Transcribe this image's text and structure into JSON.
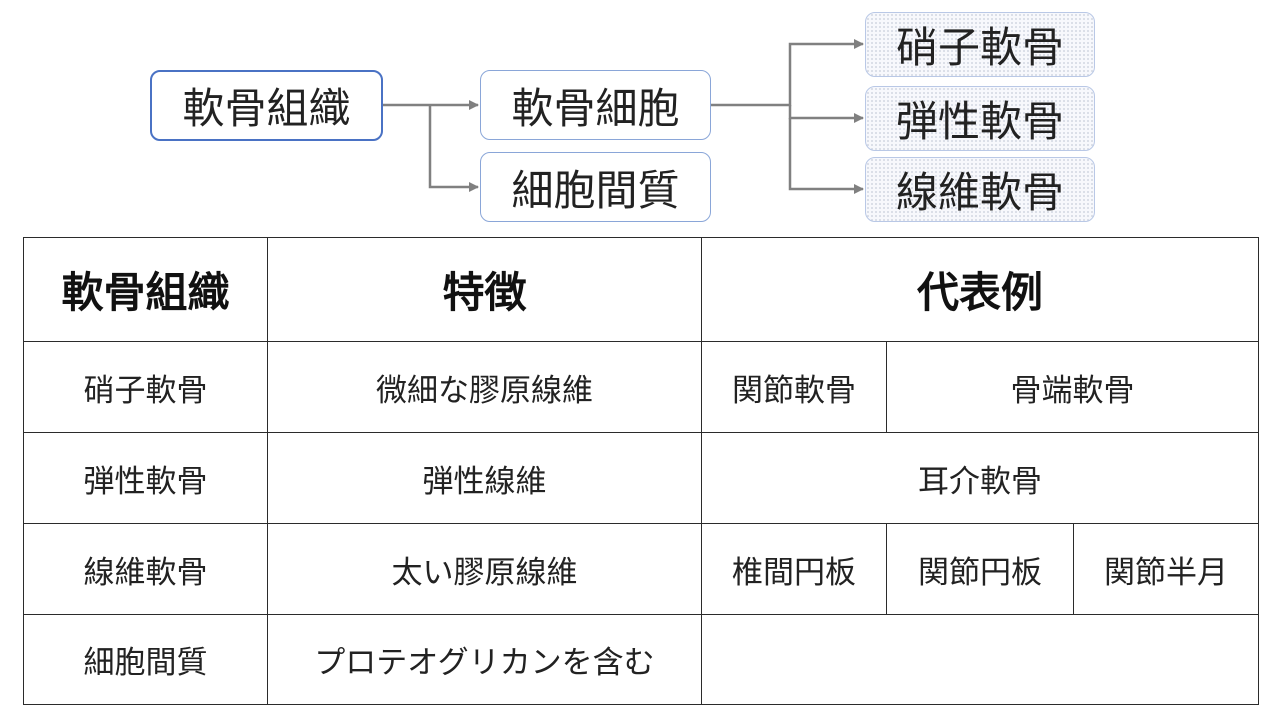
{
  "diagram": {
    "root": "軟骨組織",
    "mid": [
      "軟骨細胞",
      "細胞間質"
    ],
    "leaves": [
      "硝子軟骨",
      "弾性軟骨",
      "線維軟骨"
    ]
  },
  "table": {
    "headers": [
      "軟骨組織",
      "特徴",
      "代表例"
    ],
    "rows": [
      {
        "type": "硝子軟骨",
        "feature": "微細な膠原線維",
        "examples": [
          "関節軟骨",
          "骨端軟骨"
        ]
      },
      {
        "type": "弾性軟骨",
        "feature": "弾性線維",
        "examples": [
          "耳介軟骨"
        ]
      },
      {
        "type": "線維軟骨",
        "feature": "太い膠原線維",
        "examples": [
          "椎間円板",
          "関節円板",
          "関節半月"
        ]
      },
      {
        "type": "細胞間質",
        "feature": "プロテオグリカンを含む",
        "examples": []
      }
    ]
  },
  "colors": {
    "root_border": "#4a72c4",
    "box_border": "#8aa6d8",
    "leaf_border": "#b9c8e6",
    "connector": "#808080",
    "table_border": "#2b2b2b"
  }
}
